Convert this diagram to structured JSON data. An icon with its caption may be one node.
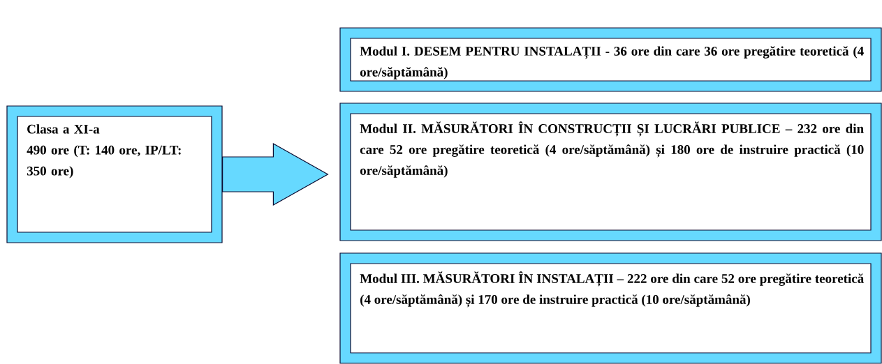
{
  "diagram": {
    "nodes": [
      {
        "text": [
          "Clasa a XI-a",
          "490 ore (T: 140 ore, IP/LT: 350 ore)"
        ]
      },
      {
        "text": [
          "Modul I. DESEM PENTRU INSTALAȚII - 36 ore din care 36 ore pregătire teoretică (4 ore/săptămână)"
        ]
      },
      {
        "text": [
          "Modul II. MĂSURĂTORI ÎN CONSTRUCȚII ȘI LUCRĂRI PUBLICE – 232 ore din care 52 ore pregătire teoretică (4 ore/săptămână) și 180 ore de instruire practică (10 ore/săptămână)"
        ]
      },
      {
        "text": [
          "Modul III. MĂSURĂTORI ÎN INSTALAȚII – 222 ore din care 52 ore pregătire teoretică (4 ore/săptămână) și 170 ore de instruire practică (10 ore/săptămână)"
        ]
      }
    ],
    "edges": [
      {
        "from": 0,
        "to": 2,
        "arrow": "to"
      }
    ]
  }
}
